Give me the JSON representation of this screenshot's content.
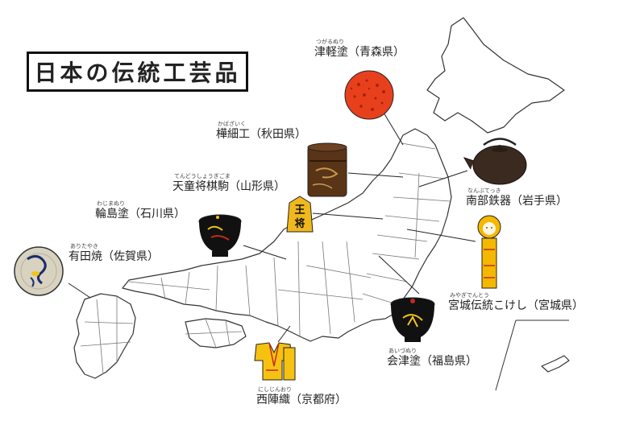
{
  "title": "日本の伝統工芸品",
  "crafts": {
    "tsugaru": {
      "ruby": "つがるぬり",
      "name": "津軽塗（青森県）"
    },
    "kabazaiku": {
      "ruby": "かばざいく",
      "name": "樺細工（秋田県）"
    },
    "tendo": {
      "ruby": "てんどうしょうぎごま",
      "name": "天童将棋駒（山形県）"
    },
    "wajima": {
      "ruby": "わじまぬり",
      "name": "輪島塗（石川県）"
    },
    "arita": {
      "ruby": "ありたやき",
      "name": "有田焼（佐賀県）"
    },
    "nanbu": {
      "ruby": "なんぶてっき",
      "name": "南部鉄器（岩手県）"
    },
    "miyagi": {
      "ruby": "みやぎでんとう",
      "name": "宮城伝統こけし（宮城県）"
    },
    "aizu": {
      "ruby": "あいづぬり",
      "name": "会津塗（福島県）"
    },
    "nishijin": {
      "ruby": "にしじんおり",
      "name": "西陣織（京都府）"
    }
  },
  "shogi_piece_text": [
    "王",
    "将"
  ],
  "colors": {
    "map_line": "#333333",
    "tsugaru_red": "#e8401c",
    "kaba_brown": "#5a3416",
    "lacquer_black": "#111111",
    "lacquer_red": "#c62a1a",
    "gold": "#f0c419",
    "kokeshi_yellow": "#f5b800",
    "kimono_yellow": "#f5c211",
    "plate_bg": "#d8d2c0",
    "plate_blue": "#1a2a6c"
  }
}
